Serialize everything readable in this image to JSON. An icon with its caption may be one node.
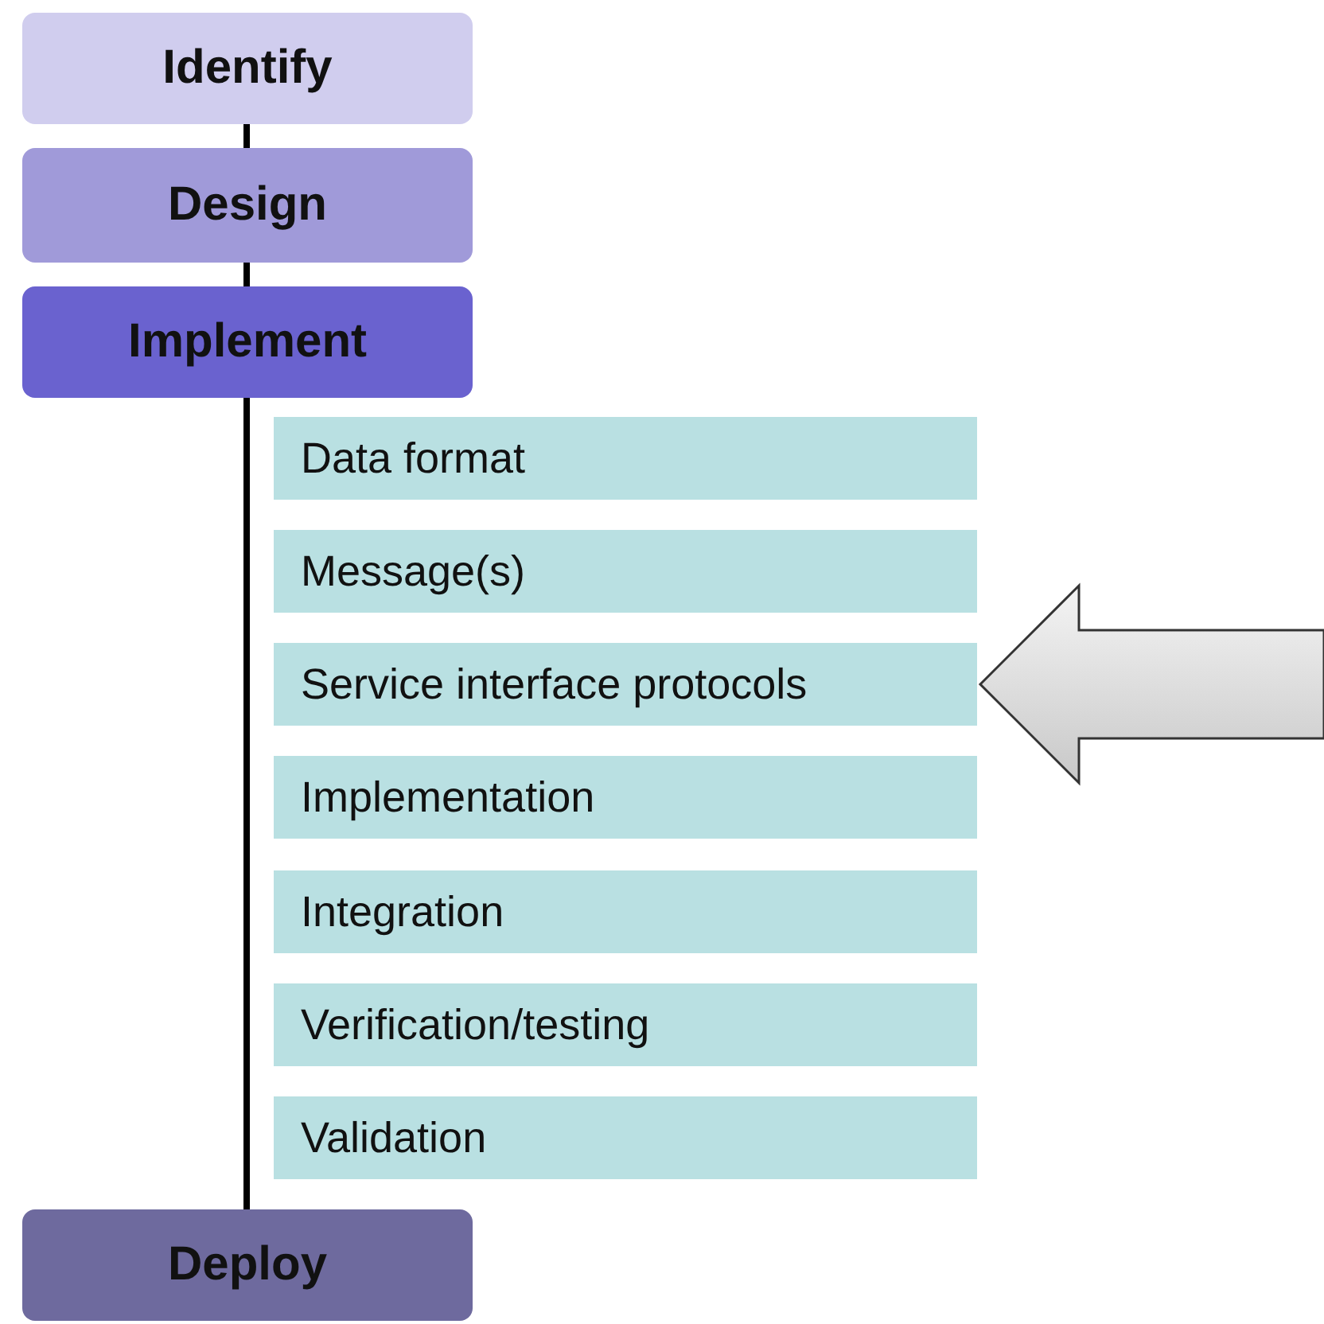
{
  "diagram": {
    "nodes": [
      {
        "text": [
          "Identify"
        ]
      },
      {
        "text": [
          "Design"
        ]
      },
      {
        "text": [
          "Implement"
        ]
      },
      {
        "text": [
          "Data format"
        ]
      },
      {
        "text": [
          "Message(s)"
        ]
      },
      {
        "text": [
          "Service interface protocols"
        ]
      },
      {
        "text": [
          "Implementation"
        ]
      },
      {
        "text": [
          "Integration"
        ]
      },
      {
        "text": [
          "Verification/testing"
        ]
      },
      {
        "text": [
          "Validation"
        ]
      },
      {
        "text": [
          "Deploy"
        ]
      }
    ],
    "edges": [
      {
        "from": 0,
        "to": 1,
        "arrow": "none"
      },
      {
        "from": 1,
        "to": 2,
        "arrow": "none"
      },
      {
        "from": 2,
        "to": 10,
        "arrow": "none"
      },
      {
        "from": null,
        "to": 5,
        "arrow": "to",
        "style": "thick",
        "color": "#c8c8c8"
      }
    ]
  }
}
